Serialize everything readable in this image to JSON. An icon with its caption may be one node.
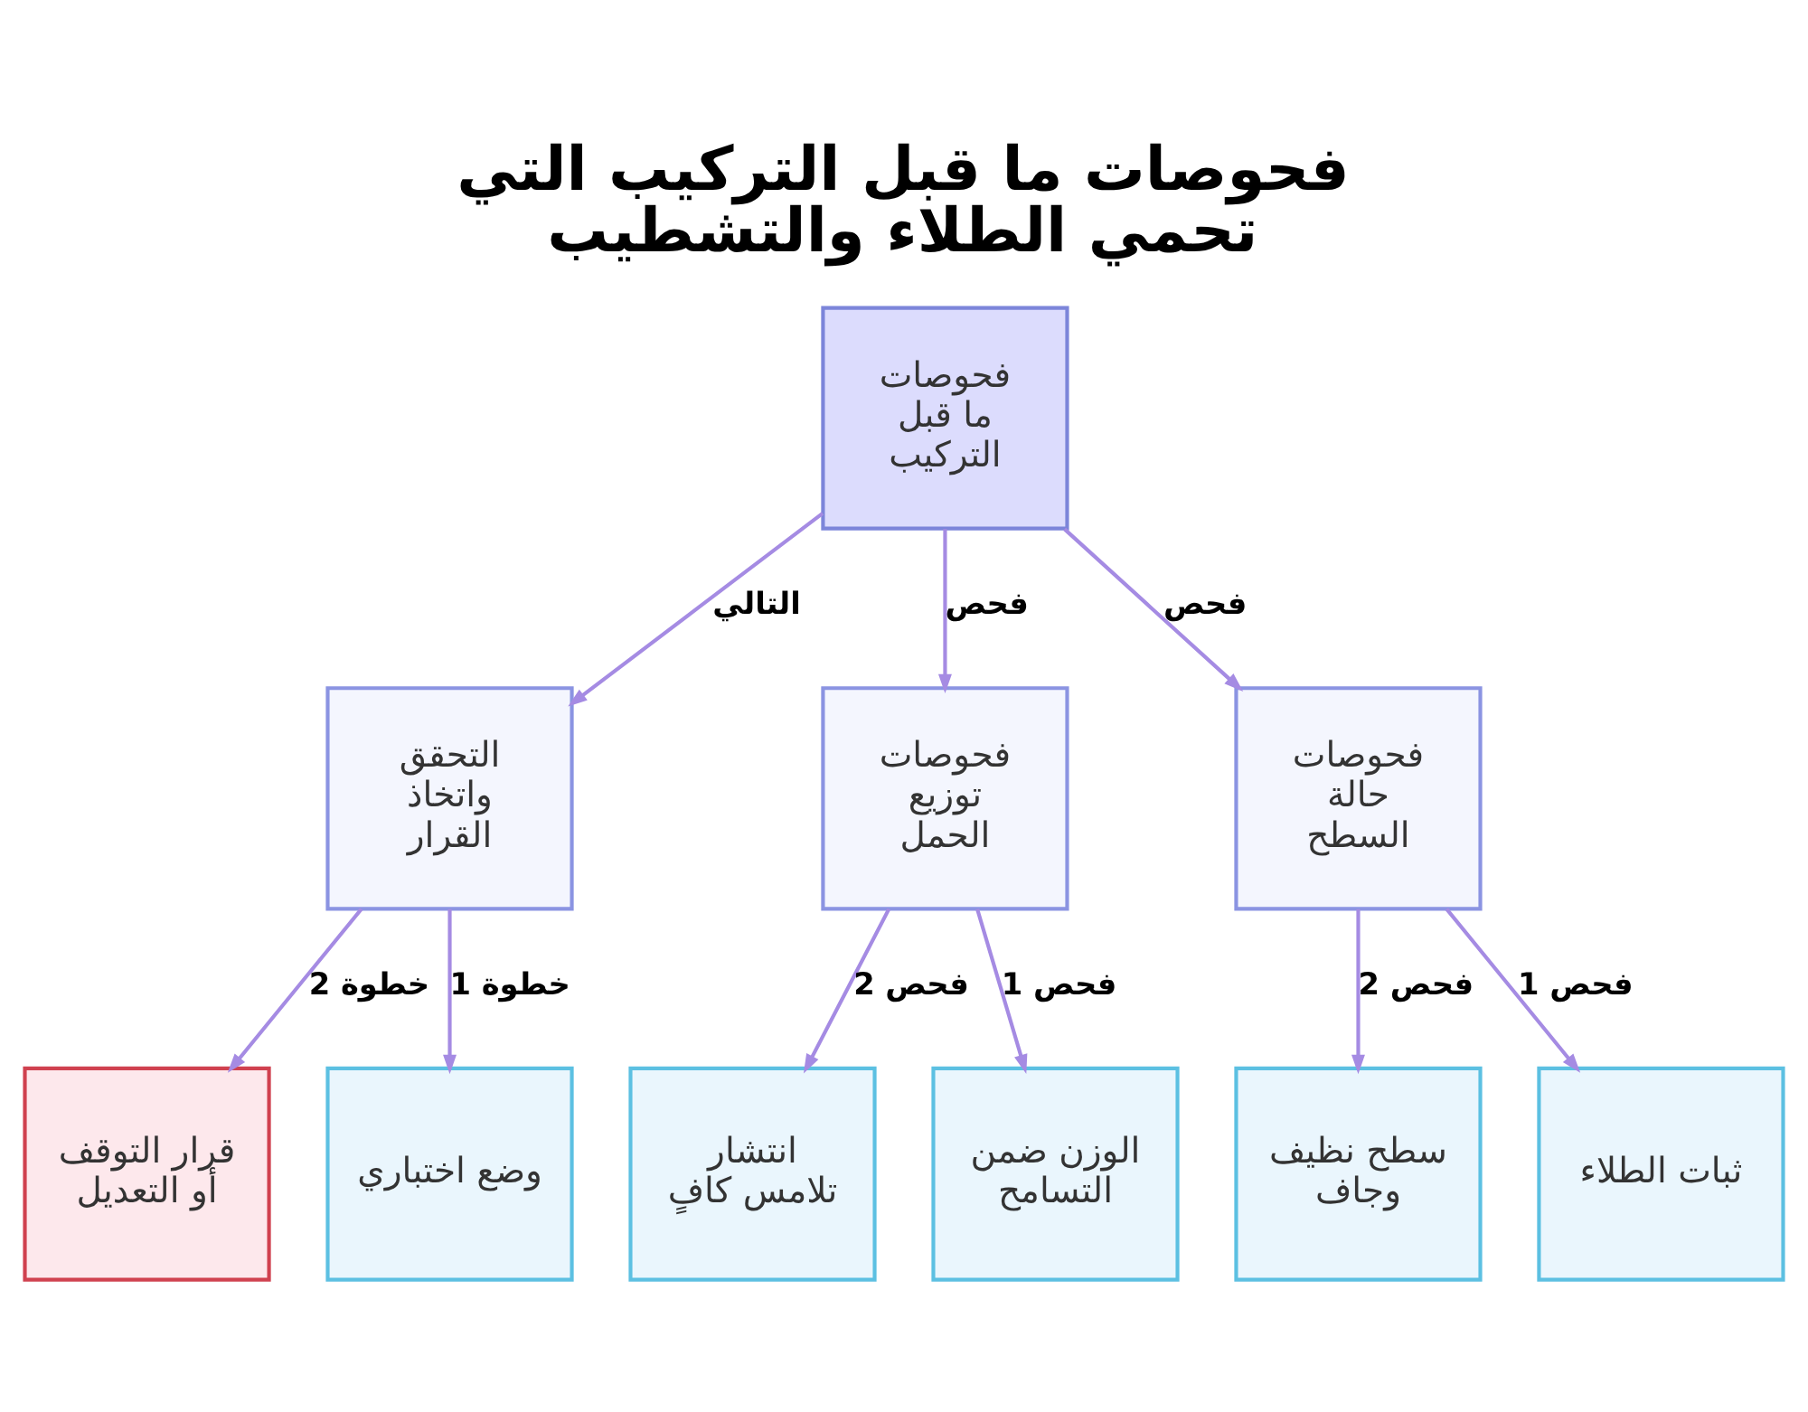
{
  "diagram": {
    "title": "فحوصات ما قبل التركيب التي تحمي الطلاء والتشطيب",
    "nodes": [
      {
        "text": [
          "فحوصات ما قبل التركيب"
        ]
      },
      {
        "text": [
          "فحوصات حالة السطح"
        ]
      },
      {
        "text": [
          "فحوصات توزيع الحمل"
        ]
      },
      {
        "text": [
          "التحقق واتخاذ القرار"
        ]
      },
      {
        "text": [
          "ثبات الطلاء"
        ]
      },
      {
        "text": [
          "سطح نظيف وجاف"
        ]
      },
      {
        "text": [
          "الوزن ضمن التسامح"
        ]
      },
      {
        "text": [
          "انتشار تلامس كافٍ"
        ]
      },
      {
        "text": [
          "وضع اختباري"
        ]
      },
      {
        "text": [
          "قرار التوقف أو التعديل"
        ]
      }
    ],
    "edges": [
      {
        "from": 0,
        "to": 1,
        "arrow": "to",
        "label": "فحص"
      },
      {
        "from": 0,
        "to": 2,
        "arrow": "to",
        "label": "فحص"
      },
      {
        "from": 0,
        "to": 3,
        "arrow": "to",
        "label": "التالي"
      },
      {
        "from": 1,
        "to": 4,
        "arrow": "to",
        "label": "فحص 1"
      },
      {
        "from": 1,
        "to": 5,
        "arrow": "to",
        "label": "فحص 2"
      },
      {
        "from": 2,
        "to": 6,
        "arrow": "to",
        "label": "فحص 1"
      },
      {
        "from": 2,
        "to": 7,
        "arrow": "to",
        "label": "فحص 2"
      },
      {
        "from": 3,
        "to": 8,
        "arrow": "to",
        "label": "خطوة 1"
      },
      {
        "from": 3,
        "to": 9,
        "arrow": "to",
        "label": "خطوة 2"
      }
    ]
  }
}
